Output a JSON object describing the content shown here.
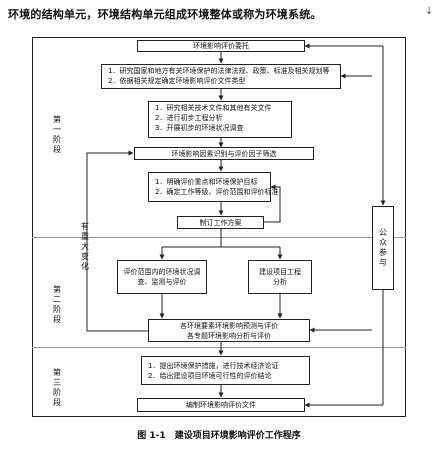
{
  "header": {
    "text": "环境的结构单元，环境结构单元组成环境整体或称为环境系统。",
    "corner_mark": "↓"
  },
  "stages": {
    "stage1": "第一阶段",
    "stage2": "第二阶段",
    "stage3": "第三阶段"
  },
  "boxes": {
    "commission": "环境影响评价委托",
    "research": {
      "lines": [
        "1．研究国家和地方有关环境保护的法律法规、政策、标准及相关规划等",
        "2．依据相关规定确定环境影响评价文件类型"
      ]
    },
    "prelim": {
      "lines": [
        "1．研究相关技术文件和其他有关文件",
        "2．进行初步工程分析",
        "3．开展初步的环境状况调查"
      ]
    },
    "identify": "环境影响因素识别与评价因子筛选",
    "define": {
      "lines": [
        "1．明确评价重点和环境保护目标",
        "2．确定工作等级、评价范围和评价标准"
      ]
    },
    "plan": "制订工作方案",
    "survey": {
      "lines": [
        "评价范围内的环境状况调",
        "查、监测与评价"
      ]
    },
    "engineering": {
      "lines": [
        "建设项目工程",
        "分析"
      ]
    },
    "predict": {
      "lines": [
        "各环境要素环境影响预测与评价",
        "各专题环境影响分析与评价"
      ]
    },
    "measures": {
      "lines": [
        "1．提出环境保护措施，进行技术经济论证",
        "2．给出建设项目环境可行性的评价结论"
      ]
    },
    "compile": "编制环境影响评价文件",
    "public": "公众参与"
  },
  "annotations": {
    "major_change": "有重大变化"
  },
  "caption": "图 1-1　建设项目环境影响评价工作程序"
}
